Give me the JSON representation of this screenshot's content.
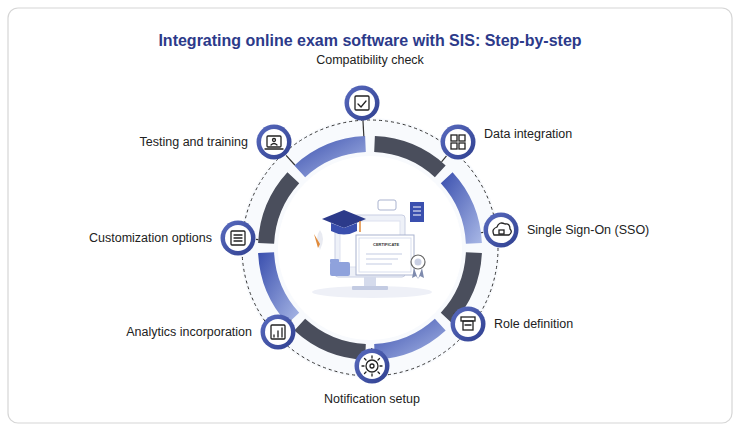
{
  "diagram": {
    "title": "Integrating online exam software with SIS: Step-by-step",
    "nodes": [
      {
        "text": [
          "Compatibility check"
        ]
      },
      {
        "text": [
          "Data integration"
        ]
      },
      {
        "text": [
          "Single Sign-On (SSO)"
        ]
      },
      {
        "text": [
          "Role definition"
        ]
      },
      {
        "text": [
          "Notification setup"
        ]
      },
      {
        "text": [
          "Analytics incorporation"
        ]
      },
      {
        "text": [
          "Customization options"
        ]
      },
      {
        "text": [
          "Testing and training"
        ]
      }
    ],
    "labels": [
      "CERTIFICATE"
    ]
  }
}
